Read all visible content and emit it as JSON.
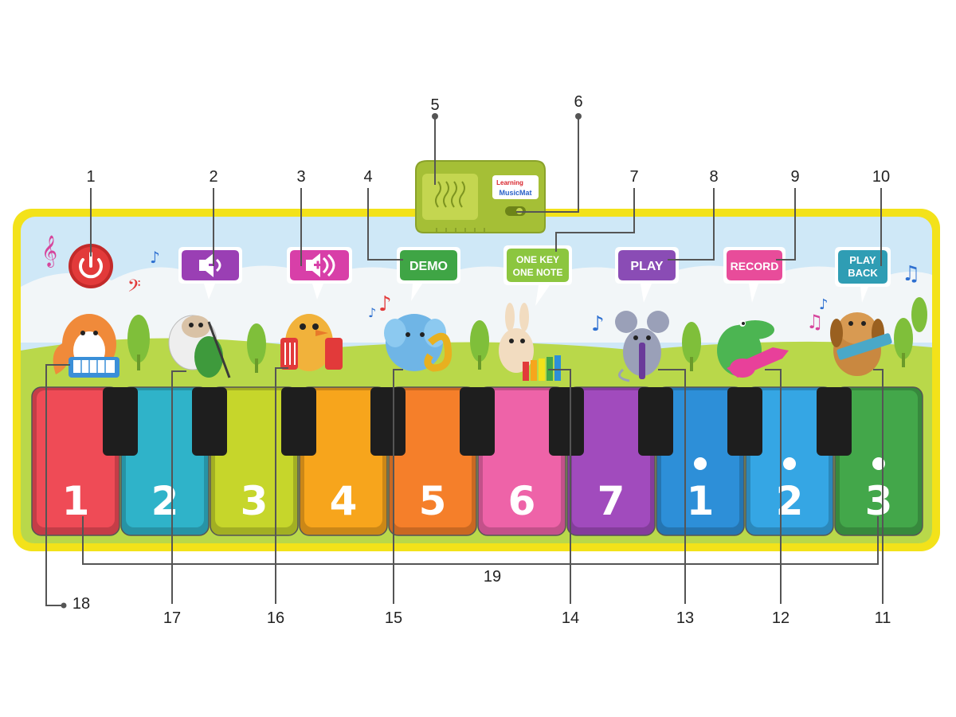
{
  "mat": {
    "speaker_logo_top": "Learning",
    "speaker_logo_bottom": "MusicMat"
  },
  "buttons": [
    {
      "id": "power",
      "label": ""
    },
    {
      "id": "volume-down",
      "label": ""
    },
    {
      "id": "volume-up",
      "label": ""
    },
    {
      "id": "demo",
      "label": "DEMO"
    },
    {
      "id": "one-key-one-note",
      "label_line1": "ONE KEY",
      "label_line2": "ONE NOTE"
    },
    {
      "id": "play",
      "label": "PLAY"
    },
    {
      "id": "record",
      "label": "RECORD"
    },
    {
      "id": "playback",
      "label_line1": "PLAY",
      "label_line2": "BACK"
    }
  ],
  "keys": [
    {
      "number": "1",
      "high": false,
      "color": "#ef4b56"
    },
    {
      "number": "2",
      "high": false,
      "color": "#2fb3c9"
    },
    {
      "number": "3",
      "high": false,
      "color": "#c6d62b"
    },
    {
      "number": "4",
      "high": false,
      "color": "#f7a51c"
    },
    {
      "number": "5",
      "high": false,
      "color": "#f57f2a"
    },
    {
      "number": "6",
      "high": false,
      "color": "#ee63a8"
    },
    {
      "number": "7",
      "high": false,
      "color": "#a14bbd"
    },
    {
      "number": "1",
      "high": true,
      "color": "#2d8fd8"
    },
    {
      "number": "2",
      "high": true,
      "color": "#35a6e4"
    },
    {
      "number": "3",
      "high": true,
      "color": "#43a74a"
    }
  ],
  "instruments": [
    "fox-keyboard",
    "sheep-cello",
    "bird-accordion",
    "elephant-saxophone",
    "bunny-xylophone",
    "mouse-flute",
    "crocodile-guitar",
    "dog-harmonica"
  ],
  "callouts": {
    "c1": "1",
    "c2": "2",
    "c3": "3",
    "c4": "4",
    "c5": "5",
    "c6": "6",
    "c7": "7",
    "c8": "8",
    "c9": "9",
    "c10": "10",
    "c11": "11",
    "c12": "12",
    "c13": "13",
    "c14": "14",
    "c15": "15",
    "c16": "16",
    "c17": "17",
    "c18": "18",
    "c19": "19"
  },
  "colors": {
    "mat_border": "#f3e21a",
    "sky": "#cfe8f7",
    "cloud": "#f2f6f8",
    "grass": "#b9d84a",
    "speaker_body": "#a5bf36",
    "black_key": "#1e1e1e",
    "demo_bubble": "#3fa545",
    "onekey_bubble": "#8cc63f",
    "play_bubble": "#8a4cb5",
    "record_bubble": "#e84c9a",
    "playback_bubble": "#2f9db4",
    "vol_bubble": "#9a3fb4",
    "volup_bubble": "#d83fa8",
    "power_button": "#e23a3a"
  }
}
